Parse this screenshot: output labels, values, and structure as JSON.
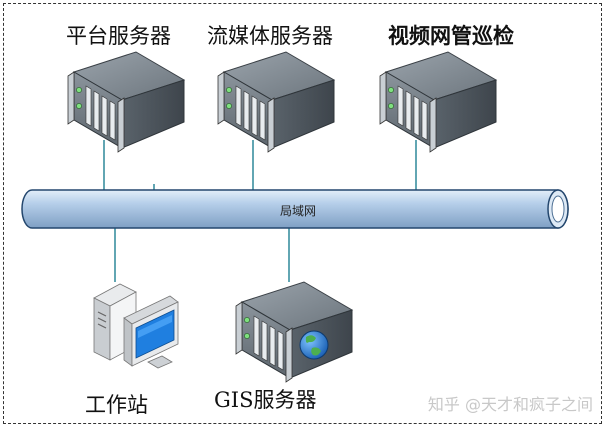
{
  "nodes": {
    "platform_server": "平台服务器",
    "streaming_server": "流媒体服务器",
    "video_inspection": "视频网管巡检",
    "workstation": "工作站",
    "gis_server": "GIS服务器"
  },
  "network": {
    "label": "局域网"
  },
  "watermark": "知乎 @天才和疯子之间",
  "colors": {
    "pipe_fill": "#a9c5e4",
    "link_line": "#3b8fa0",
    "server_body": "#5e6870"
  }
}
